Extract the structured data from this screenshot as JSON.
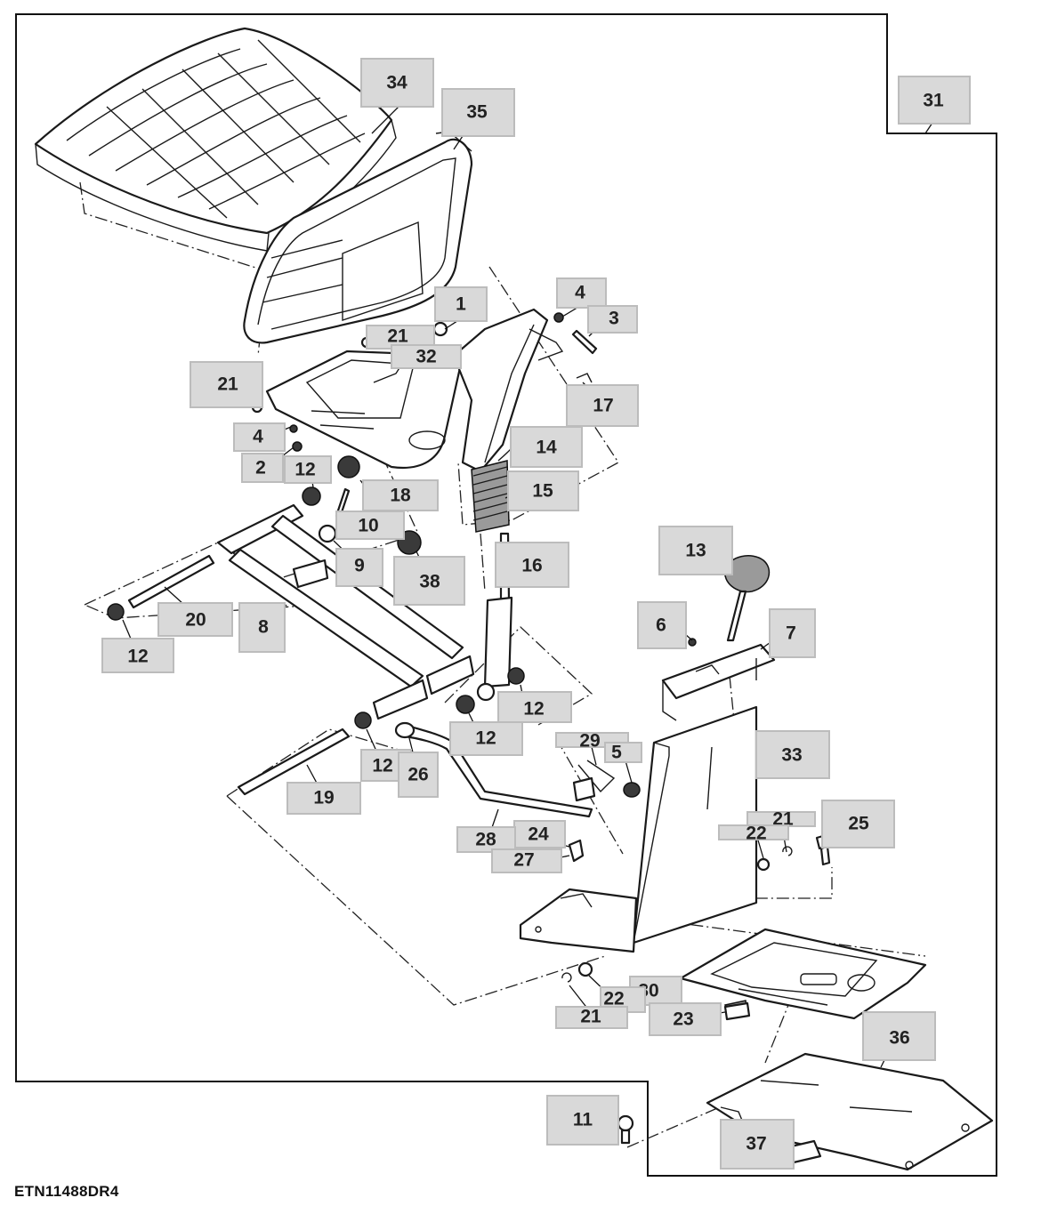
{
  "figure_id": "ETN11488DR4",
  "callouts": [
    {
      "key": "c1",
      "label": "1"
    },
    {
      "key": "c2",
      "label": "2"
    },
    {
      "key": "c3",
      "label": "3"
    },
    {
      "key": "c4a",
      "label": "4"
    },
    {
      "key": "c4b",
      "label": "4"
    },
    {
      "key": "c5",
      "label": "5"
    },
    {
      "key": "c6",
      "label": "6"
    },
    {
      "key": "c7",
      "label": "7"
    },
    {
      "key": "c8",
      "label": "8"
    },
    {
      "key": "c9",
      "label": "9"
    },
    {
      "key": "c10",
      "label": "10"
    },
    {
      "key": "c11",
      "label": "11"
    },
    {
      "key": "c12a",
      "label": "12"
    },
    {
      "key": "c12b",
      "label": "12"
    },
    {
      "key": "c12c",
      "label": "12"
    },
    {
      "key": "c12d",
      "label": "12"
    },
    {
      "key": "c12e",
      "label": "12"
    },
    {
      "key": "c13",
      "label": "13"
    },
    {
      "key": "c14",
      "label": "14"
    },
    {
      "key": "c15",
      "label": "15"
    },
    {
      "key": "c16",
      "label": "16"
    },
    {
      "key": "c17",
      "label": "17"
    },
    {
      "key": "c18",
      "label": "18"
    },
    {
      "key": "c19",
      "label": "19"
    },
    {
      "key": "c20",
      "label": "20"
    },
    {
      "key": "c21a",
      "label": "21"
    },
    {
      "key": "c21b",
      "label": "21"
    },
    {
      "key": "c21c",
      "label": "21"
    },
    {
      "key": "c21d",
      "label": "21"
    },
    {
      "key": "c22a",
      "label": "22"
    },
    {
      "key": "c22b",
      "label": "22"
    },
    {
      "key": "c23",
      "label": "23"
    },
    {
      "key": "c24",
      "label": "24"
    },
    {
      "key": "c25",
      "label": "25"
    },
    {
      "key": "c26",
      "label": "26"
    },
    {
      "key": "c27",
      "label": "27"
    },
    {
      "key": "c28",
      "label": "28"
    },
    {
      "key": "c29",
      "label": "29"
    },
    {
      "key": "c30",
      "label": "30"
    },
    {
      "key": "c31",
      "label": "31"
    },
    {
      "key": "c32",
      "label": "32"
    },
    {
      "key": "c33",
      "label": "33"
    },
    {
      "key": "c34",
      "label": "34"
    },
    {
      "key": "c35",
      "label": "35"
    },
    {
      "key": "c36",
      "label": "36"
    },
    {
      "key": "c37",
      "label": "37"
    },
    {
      "key": "c38",
      "label": "38"
    }
  ]
}
